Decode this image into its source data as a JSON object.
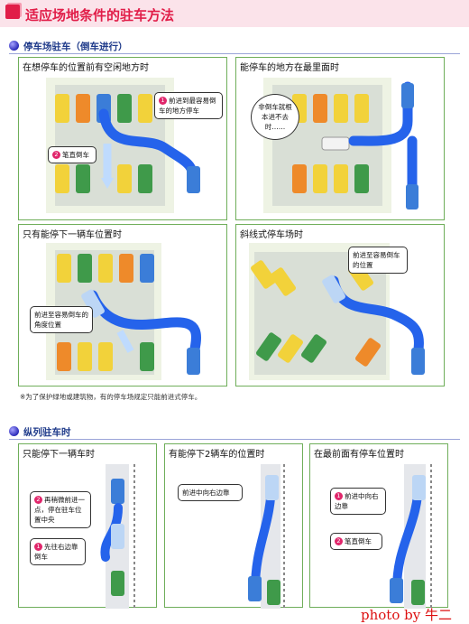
{
  "page": {
    "title": "适应场地条件的驻车方法",
    "section1": {
      "heading": "停车场驻车（倒车进行）",
      "panels": [
        {
          "title": "在想停车的位置前有空闲地方时",
          "callouts": [
            {
              "num": "1",
              "text": "前进到最容易倒车的地方停车"
            },
            {
              "num": "2",
              "text": "笔直倒车"
            }
          ]
        },
        {
          "title": "能停车的地方在最里面时",
          "callouts": [
            {
              "num": "",
              "text": "非倒车就根本进不去时……"
            }
          ]
        },
        {
          "title": "只有能停下一辆车位置时",
          "callouts": [
            {
              "num": "",
              "text": "前进至容易倒车的角度位置"
            }
          ]
        },
        {
          "title": "斜线式停车场时",
          "callouts": [
            {
              "num": "",
              "text": "前进至容易倒车的位置"
            }
          ]
        }
      ],
      "note": "※为了保护绿地或建筑物，有的停车场规定只能前进式停车。"
    },
    "section2": {
      "heading": "纵列驻车时",
      "panels": [
        {
          "title": "只能停下一辆车时",
          "callouts": [
            {
              "num": "2",
              "text": "再稍微前进一点，停在驻车位置中央"
            },
            {
              "num": "1",
              "text": "先往右边靠倒车"
            }
          ]
        },
        {
          "title": "有能停下2辆车的位置时",
          "callouts": [
            {
              "num": "",
              "text": "前进中向右边靠"
            }
          ]
        },
        {
          "title": "在最前面有停车位置时",
          "callouts": [
            {
              "num": "1",
              "text": "前进中向右边靠"
            },
            {
              "num": "2",
              "text": "笔直倒车"
            }
          ]
        }
      ]
    },
    "signature": "photo by 牛二"
  },
  "colors": {
    "title": "#e11d48",
    "panel_border": "#6fae5a",
    "path": "#2563eb",
    "car_blue": "#3b7dd8",
    "car_yellow": "#f2d23a",
    "car_orange": "#ee8a2a",
    "car_green": "#3f9a4a",
    "car_white": "#f3f3f3"
  },
  "icons": [
    "cube-icon",
    "bullet-icon",
    "car-icon",
    "arrow-icon"
  ]
}
